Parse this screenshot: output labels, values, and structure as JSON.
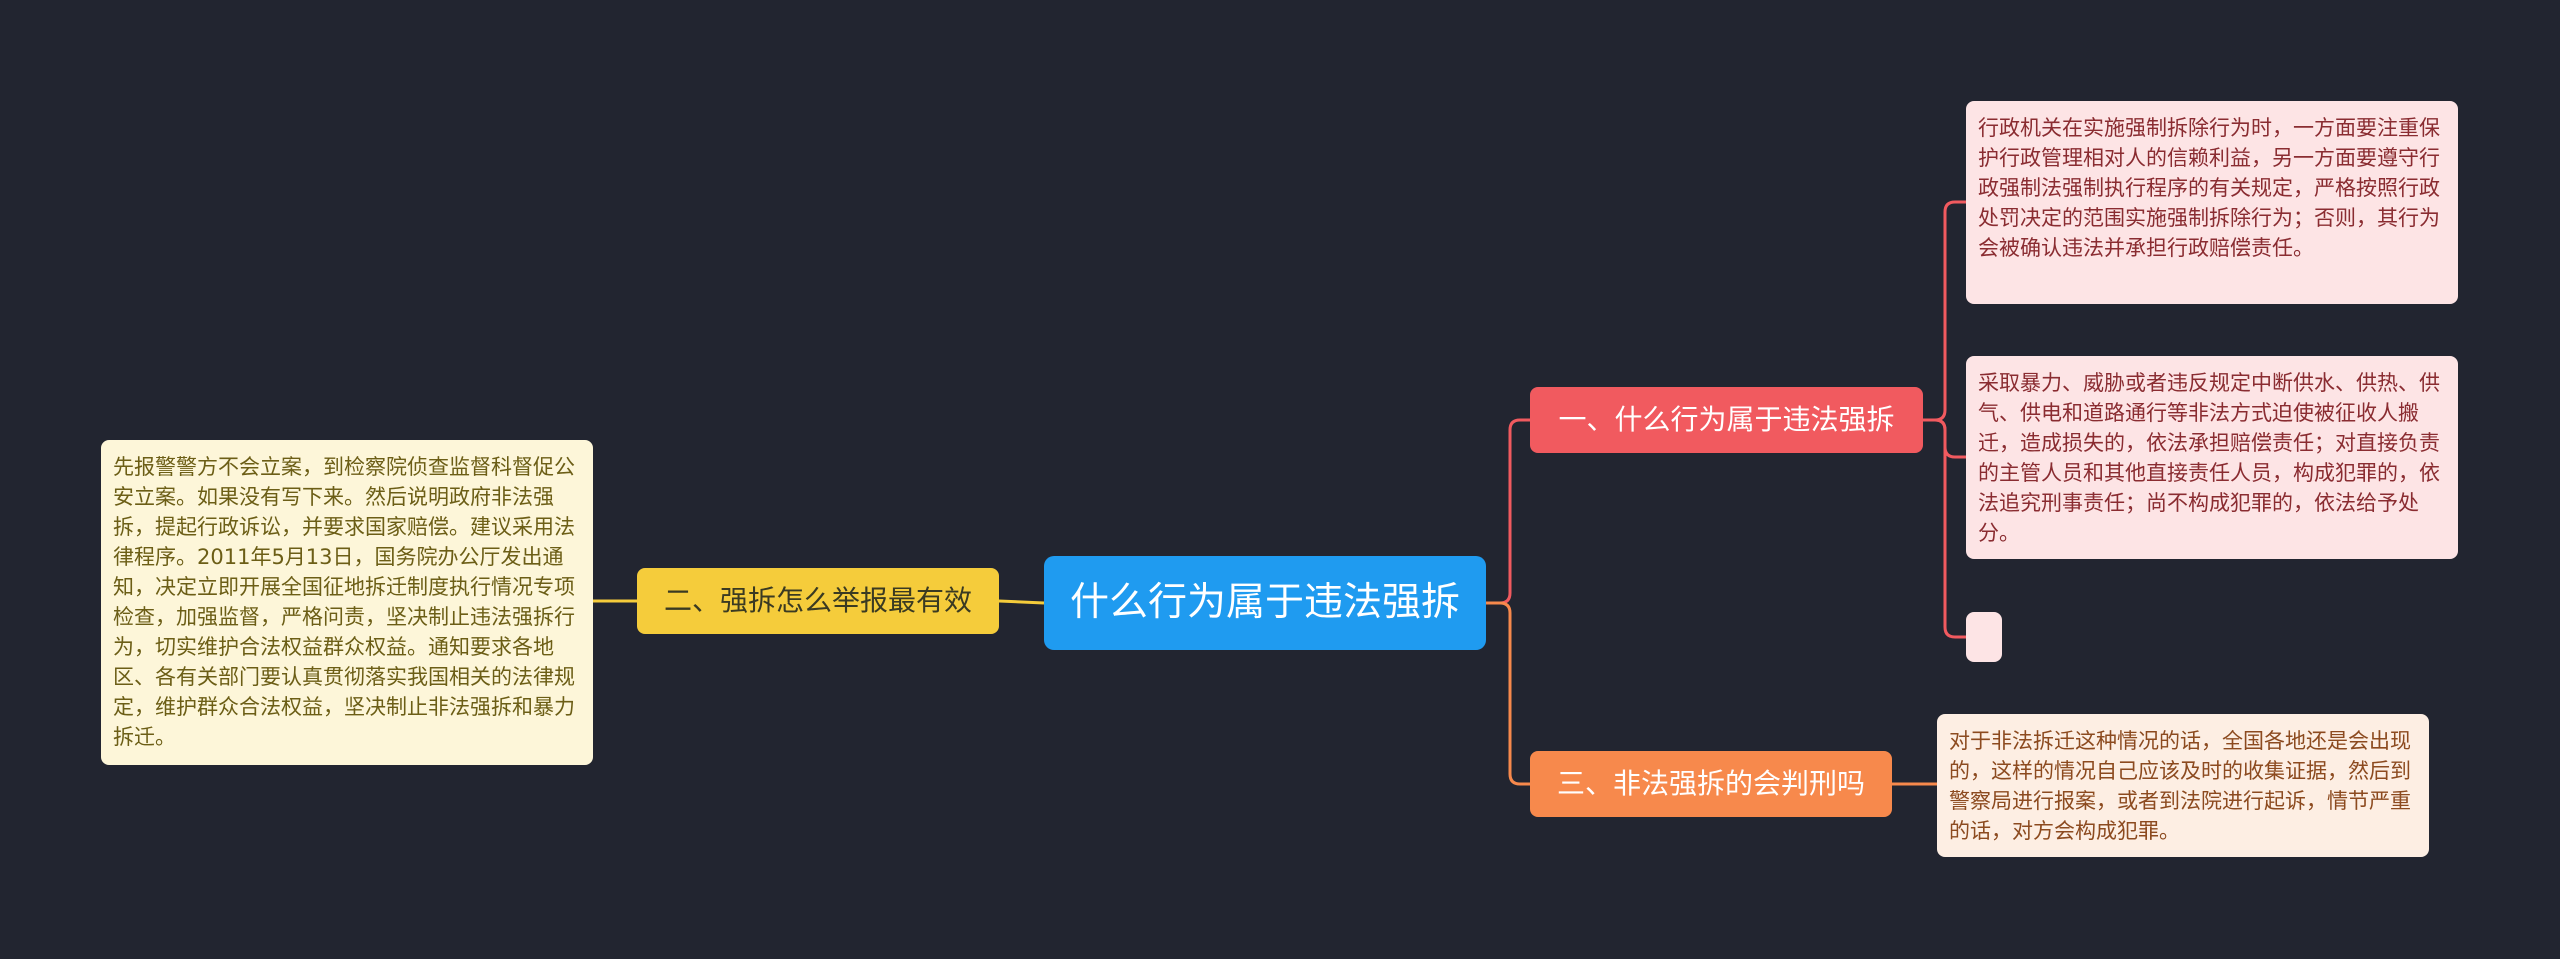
{
  "mindmap": {
    "root": {
      "label": "什么行为属于违法强拆"
    },
    "left": {
      "label": "二、强拆怎么举报最有效",
      "leaf": "先报警警方不会立案，到检察院侦查监督科督促公安立案。如果没有写下来。然后说明政府非法强拆，提起行政诉讼，并要求国家赔偿。建议采用法律程序。2011年5月13日，国务院办公厅发出通知，决定立即开展全国征地拆迁制度执行情况专项检查，加强监督，严格问责，坚决制止违法强拆行为，切实维护合法权益群众权益。通知要求各地区、各有关部门要认真贯彻落实我国相关的法律规定，维护群众合法权益，坚决制止非法强拆和暴力拆迁。"
    },
    "right1": {
      "label": "一、什么行为属于违法强拆",
      "leaves": [
        "行政机关在实施强制拆除行为时，一方面要注重保护行政管理相对人的信赖利益，另一方面要遵守行政强制法强制执行程序的有关规定，严格按照行政处罚决定的范围实施强制拆除行为；否则，其行为会被确认违法并承担行政赔偿责任。",
        "采取暴力、威胁或者违反规定中断供水、供热、供气、供电和道路通行等非法方式迫使被征收人搬迁，造成损失的，依法承担赔偿责任；对直接负责的主管人员和其他直接责任人员，构成犯罪的，依法追究刑事责任；尚不构成犯罪的，依法给予处分。",
        ""
      ]
    },
    "right3": {
      "label": "三、非法强拆的会判刑吗",
      "leaf": "对于非法拆迁这种情况的话，全国各地还是会出现的，这样的情况自己应该及时的收集证据，然后到警察局进行报案，或者到法院进行起诉，情节严重的话，对方会构成犯罪。"
    }
  },
  "colors": {
    "background": "#222530",
    "root": "#1f9bf0",
    "left_branch": "#f5cc3b",
    "right1_branch": "#f15a5f",
    "right3_branch": "#f7894c"
  }
}
